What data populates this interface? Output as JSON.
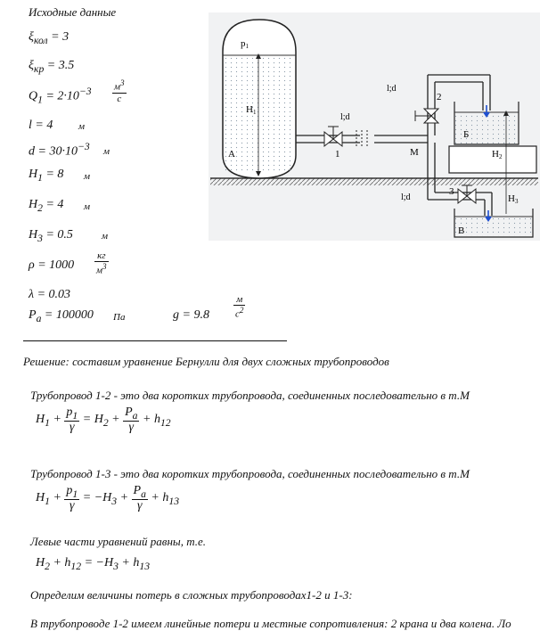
{
  "given": {
    "title": "Исходные данные",
    "xi_kol": {
      "sym": "ξ",
      "sub": "кол",
      "val": "= 3"
    },
    "xi_kr": {
      "sym": "ξ",
      "sub": "кр",
      "val": "= 3.5"
    },
    "Q1": {
      "sym": "Q",
      "sub": "1",
      "val": "= 2·10",
      "exp": "−3",
      "unit_num": "м",
      "unit_num_sup": "3",
      "unit_den": "с"
    },
    "l": {
      "sym": "l",
      "val": "= 4",
      "unit": "м"
    },
    "d": {
      "sym": "d",
      "val": "= 30·10",
      "exp": "−3",
      "unit": "м"
    },
    "H1": {
      "sym": "H",
      "sub": "1",
      "val": "= 8",
      "unit": "м"
    },
    "H2": {
      "sym": "H",
      "sub": "2",
      "val": "= 4",
      "unit": "м"
    },
    "H3": {
      "sym": "H",
      "sub": "3",
      "val": "= 0.5",
      "unit": "м"
    },
    "rho": {
      "sym": "ρ",
      "val": "= 1000",
      "unit_num": "кг",
      "unit_den": "м",
      "unit_den_sup": "3"
    },
    "lambda": {
      "sym": "λ",
      "val": "= 0.03"
    },
    "Pa": {
      "sym": "P",
      "sub": "a",
      "val": "= 100000",
      "unit": "Па"
    },
    "g": {
      "sym": "g",
      "val": "= 9.8",
      "unit_num": "м",
      "unit_den": "с",
      "unit_den_sup": "2"
    }
  },
  "diagram": {
    "p1": "p",
    "p1_sub": "1",
    "H1": "H",
    "H1_sub": "1",
    "A": "A",
    "ld1": "l;d",
    "n1": "1",
    "ld2": "l;d",
    "n2": "2",
    "M": "M",
    "B_upper": "Б",
    "H2": "H",
    "H2_sub": "2",
    "ld3": "l;d",
    "n3": "3",
    "H3": "H",
    "H3_sub": "3",
    "B_lower": "В"
  },
  "solution": {
    "intro": "Решение:  составим уравнение Бернулли для двух сложных трубопроводов",
    "p12": "Трубопровод 1-2 - это два коротких трубопровода, соединенных последовательно в т.М",
    "p13": "Трубопровод 1-3 - это два коротких трубопровода, соединенных последовательно в т.М",
    "left_equal": "Левые части уравнений равны, т.е.",
    "losses": "Определим величины потерь в сложных трубопроводах1-2 и 1-3:",
    "last": "В трубопроводе 1-2 имеем линейные потери и местные сопротивления: 2 крана и два колена. Ло"
  },
  "eq1": {
    "H1": "H",
    "H1s": "1",
    "plus": "+",
    "p1": "p",
    "p1s": "1",
    "gamma": "γ",
    "eq": "=",
    "H2": "H",
    "H2s": "2",
    "plus2": "+",
    "pa": "P",
    "pas": "a",
    "gamma2": "γ",
    "plus3": "+",
    "h": "h",
    "hs": "12"
  },
  "eq2": {
    "H1": "H",
    "H1s": "1",
    "plus": "+",
    "p1": "p",
    "p1s": "1",
    "gamma": "γ",
    "eq": "=",
    "mH3": "−H",
    "H3s": "3",
    "plus2": "+",
    "pa": "P",
    "pas": "a",
    "gamma2": "γ",
    "plus3": "+",
    "h": "h",
    "hs": "13"
  },
  "eq3": {
    "H2": "H",
    "H2s": "2",
    "plus": "+",
    "h12": "h",
    "h12s": "12",
    "eq": "=",
    "mH3": "−H",
    "H3s": "3",
    "plus2": "+",
    "h13": "h",
    "h13s": "13"
  }
}
